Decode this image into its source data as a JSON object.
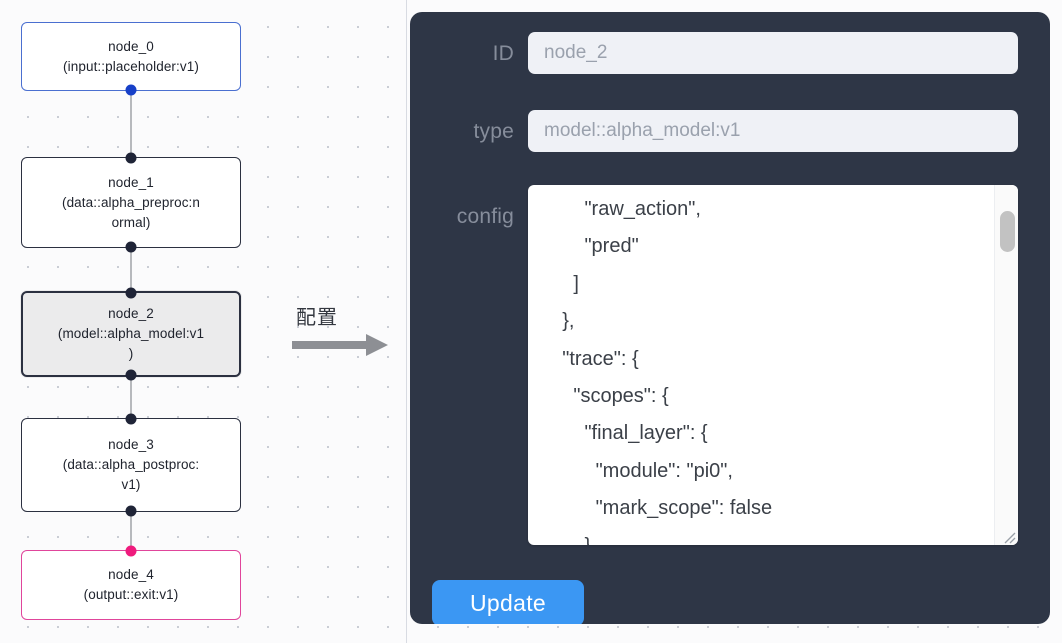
{
  "canvas": {
    "background_color": "#fbfbfc",
    "grid_dot_color": "#c9ccd4",
    "nodes": [
      {
        "id": "node_0",
        "title": "node_0",
        "subtitle": "(input::placeholder:v1)",
        "accent": "blue",
        "accent_color": "#4a6fd0",
        "selected": false,
        "handles": [
          "bottom"
        ]
      },
      {
        "id": "node_1",
        "title": "node_1",
        "subtitle_line_1": "(data::alpha_preproc:n",
        "subtitle_line_2": "ormal)",
        "accent": "default",
        "accent_color": "#2b3040",
        "selected": false,
        "handles": [
          "top",
          "bottom"
        ]
      },
      {
        "id": "node_2",
        "title": "node_2",
        "subtitle_line_1": "(model::alpha_model:v1",
        "subtitle_line_2": ")",
        "accent": "default",
        "accent_color": "#2b3040",
        "selected": true,
        "handles": [
          "top",
          "bottom"
        ]
      },
      {
        "id": "node_3",
        "title": "node_3",
        "subtitle_line_1": "(data::alpha_postproc:",
        "subtitle_line_2": "v1)",
        "accent": "default",
        "accent_color": "#2b3040",
        "selected": false,
        "handles": [
          "top",
          "bottom"
        ]
      },
      {
        "id": "node_4",
        "title": "node_4",
        "subtitle": "(output::exit:v1)",
        "accent": "pink",
        "accent_color": "#e0459b",
        "selected": false,
        "handles": [
          "top"
        ]
      }
    ],
    "edge_color": "#b7b9bd"
  },
  "flow": {
    "label": "配置",
    "arrow_color": "#8d8f94"
  },
  "config_panel": {
    "background_color": "#2e3646",
    "label_color": "#868d9b",
    "fields": [
      {
        "label": "ID",
        "value": "node_2",
        "placeholder": "node_2"
      },
      {
        "label": "type",
        "value": "model::alpha_model:v1",
        "placeholder": "model::alpha_model:v1"
      }
    ],
    "config_label": "config",
    "config_text": "        \"raw_action\",\n        \"pred\"\n      ]\n    },\n    \"trace\": {\n      \"scopes\": {\n        \"final_layer\": {\n          \"module\": \"pi0\",\n          \"mark_scope\": false\n        },\n        \"action_model\": {",
    "scrollbar": {
      "thumb_color": "#c2c2c2",
      "track_color": "#fafafa"
    },
    "update_button": {
      "label": "Update",
      "color": "#3b97f3",
      "text_color": "#ffffff"
    }
  }
}
